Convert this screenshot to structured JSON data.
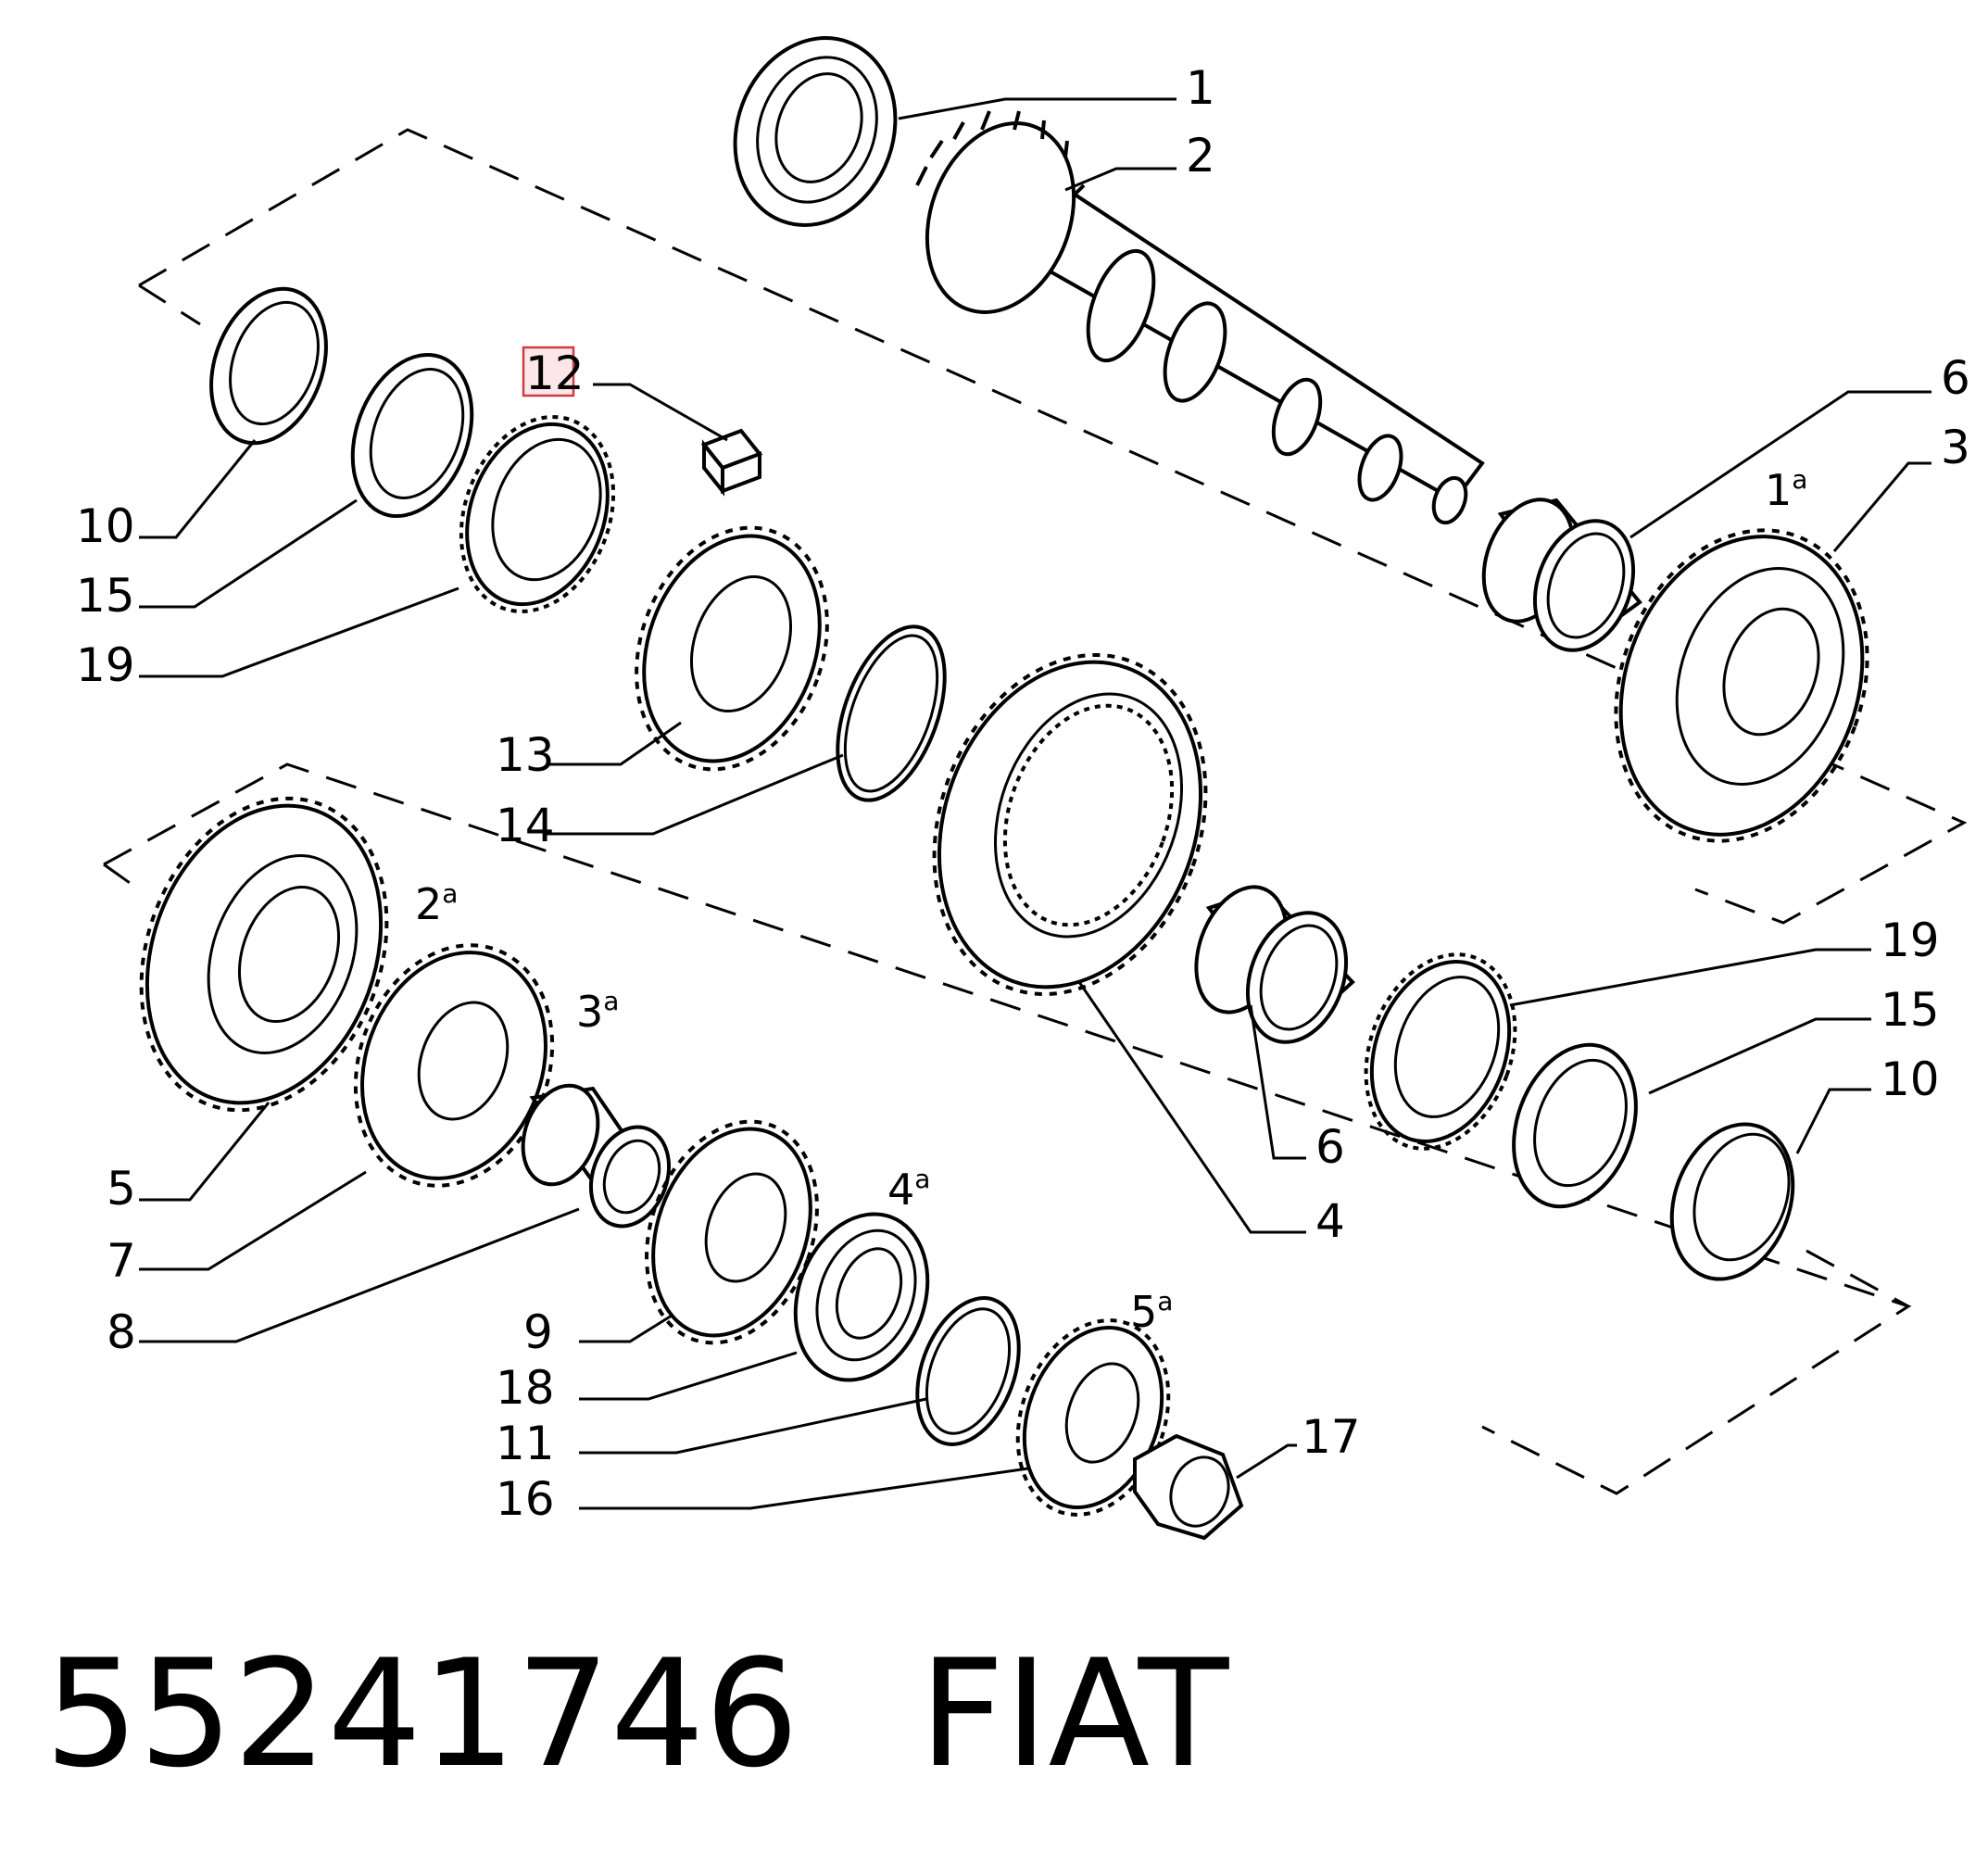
{
  "diagram": {
    "callouts": [
      "1",
      "2",
      "3",
      "4",
      "5",
      "6",
      "6",
      "7",
      "8",
      "9",
      "10",
      "10",
      "11",
      "12",
      "13",
      "14",
      "15",
      "15",
      "16",
      "17",
      "18",
      "19",
      "19"
    ],
    "highlighted_callout": "12",
    "gear_labels": [
      {
        "num": "1",
        "sup": "a"
      },
      {
        "num": "2",
        "sup": "a"
      },
      {
        "num": "3",
        "sup": "a"
      },
      {
        "num": "4",
        "sup": "a"
      },
      {
        "num": "5",
        "sup": "a"
      }
    ]
  },
  "footer": {
    "part_number": "55241746",
    "brand": "FIAT"
  }
}
